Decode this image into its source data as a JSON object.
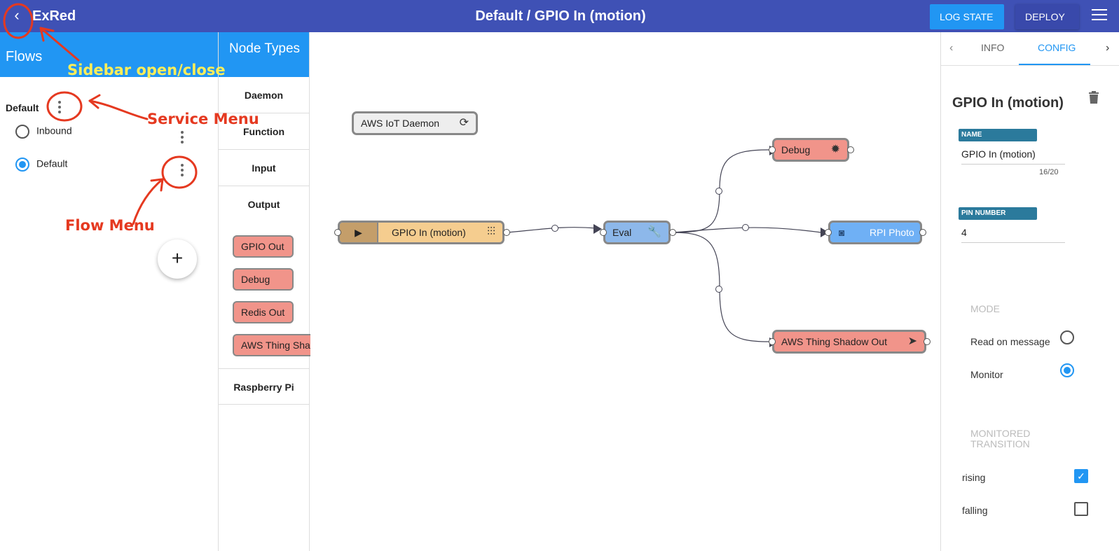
{
  "topbar": {
    "app_name": "ExRed",
    "title": "Default / GPIO In (motion)",
    "log_state": "LOG STATE",
    "deploy": "DEPLOY",
    "back_icon": "chevron-left-icon",
    "menu_icon": "hamburger-menu-icon",
    "colors": {
      "bar": "#3f51b5",
      "log_state": "#2196f3",
      "deploy": "#3949ab"
    }
  },
  "sidebar": {
    "heading": "Flows",
    "service": "Default",
    "flows": [
      {
        "label": "Inbound",
        "selected": false
      },
      {
        "label": "Default",
        "selected": true
      }
    ],
    "add_icon": "plus-icon"
  },
  "annotations": {
    "sidebar": "Sidebar open/close",
    "service_menu": "Service Menu",
    "flow_menu": "Flow Menu"
  },
  "node_types": {
    "heading": "Node Types",
    "categories": [
      "Daemon",
      "Function",
      "Input",
      "Output",
      "Raspberry Pi"
    ],
    "output_nodes": [
      "GPIO Out",
      "Debug",
      "Redis Out",
      "AWS Thing Shadow Out"
    ]
  },
  "canvas": {
    "daemon": "AWS IoT Daemon",
    "nodes": {
      "gpio_in": "GPIO In (motion)",
      "eval": "Eval",
      "debug": "Debug",
      "rpi_photo": "RPI Photo",
      "aws_shadow": "AWS Thing Shadow Out"
    },
    "colors": {
      "input": "#f5cd8f",
      "function": "#8db8ea",
      "output": "#f1948a",
      "daemon": "#eeeeee"
    }
  },
  "config_panel": {
    "tabs": [
      "INFO",
      "CONFIG"
    ],
    "active_tab": "CONFIG",
    "title": "GPIO In (motion)",
    "name_label": "NAME",
    "name_value": "GPIO In (motion)",
    "name_counter": "16/20",
    "pin_label": "PIN NUMBER",
    "pin_value": "4",
    "mode_label": "MODE",
    "mode_options": [
      "Read on message",
      "Monitor"
    ],
    "mode_selected": "Monitor",
    "transition_label": "MONITORED TRANSITION",
    "transitions": [
      {
        "label": "rising",
        "checked": true
      },
      {
        "label": "falling",
        "checked": false
      }
    ]
  }
}
